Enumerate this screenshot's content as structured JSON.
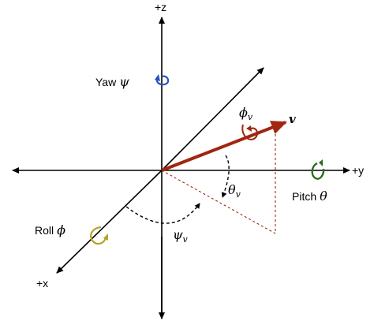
{
  "axes": {
    "z_label": "+z",
    "y_label": "+y",
    "x_label": "+x"
  },
  "rotations": {
    "yaw": {
      "word": "Yaw",
      "symbol": "ψ",
      "color": "#2a52be"
    },
    "pitch": {
      "word": "Pitch",
      "symbol": "θ",
      "color": "#2e6b1f"
    },
    "roll": {
      "word": "Roll",
      "symbol": "ϕ",
      "color": "#b5a42a"
    }
  },
  "vector": {
    "label": "v",
    "color": "#a1260f",
    "phi_symbol": "ϕ",
    "phi_sub": "v",
    "theta_symbol": "θ",
    "theta_sub": "v",
    "psi_symbol": "ψ",
    "psi_sub": "v"
  }
}
